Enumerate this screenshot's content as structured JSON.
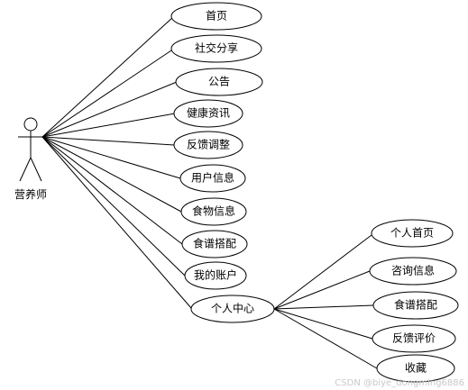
{
  "actor": {
    "label": "营养师"
  },
  "use_cases": [
    {
      "id": "uc1",
      "label": "首页"
    },
    {
      "id": "uc2",
      "label": "社交分享"
    },
    {
      "id": "uc3",
      "label": "公告"
    },
    {
      "id": "uc4",
      "label": "健康资讯"
    },
    {
      "id": "uc5",
      "label": "反馈调整"
    },
    {
      "id": "uc6",
      "label": "用户信息"
    },
    {
      "id": "uc7",
      "label": "食物信息"
    },
    {
      "id": "uc8",
      "label": "食谱搭配"
    },
    {
      "id": "uc9",
      "label": "我的账户"
    },
    {
      "id": "uc10",
      "label": "个人中心"
    }
  ],
  "sub_use_cases": [
    {
      "id": "sub1",
      "label": "个人首页"
    },
    {
      "id": "sub2",
      "label": "咨询信息"
    },
    {
      "id": "sub3",
      "label": "食谱搭配"
    },
    {
      "id": "sub4",
      "label": "反馈评价"
    },
    {
      "id": "sub5",
      "label": "收藏"
    }
  ],
  "watermark": "CSDN @biye_dongming6886"
}
